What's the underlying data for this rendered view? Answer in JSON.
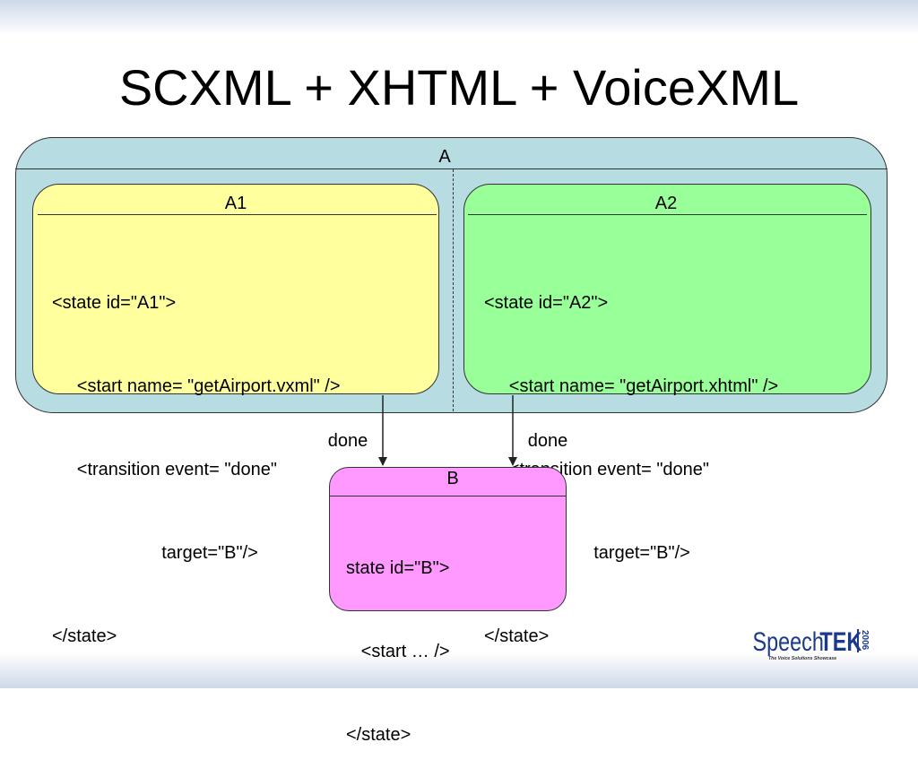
{
  "slide": {
    "title": "SCXML + XHTML + VoiceXML"
  },
  "states": {
    "a": {
      "label": "A"
    },
    "a1": {
      "label": "A1",
      "code": [
        "<state id=\"A1\">",
        "     <start name= \"getAirport.vxml\" />",
        "     <transition event= \"done\"",
        "                      target=\"B\"/>",
        "</state>"
      ]
    },
    "a2": {
      "label": "A2",
      "code": [
        "<state id=\"A2\">",
        "     <start name= \"getAirport.xhtml\" />",
        "     <transition event= \"done\"",
        "                      target=\"B\"/>",
        "</state>"
      ]
    },
    "b": {
      "label": "B",
      "code": [
        "state id=\"B\">",
        "   <start … />",
        "</state>"
      ]
    }
  },
  "transitions": [
    {
      "label": "done",
      "from": "A1",
      "to": "B"
    },
    {
      "label": "done",
      "from": "A2",
      "to": "B"
    }
  ],
  "logo": {
    "word_regular": "Speech",
    "word_bold": "TEK",
    "year": "2006",
    "tagline": "The Voice Solutions Showcase"
  },
  "colors": {
    "state_a_fill": "#b7dde2",
    "state_a1_fill": "#ffff9e",
    "state_a2_fill": "#99ff99",
    "state_b_fill": "#ff99ff",
    "logo_blue": "#1b3a8c"
  }
}
